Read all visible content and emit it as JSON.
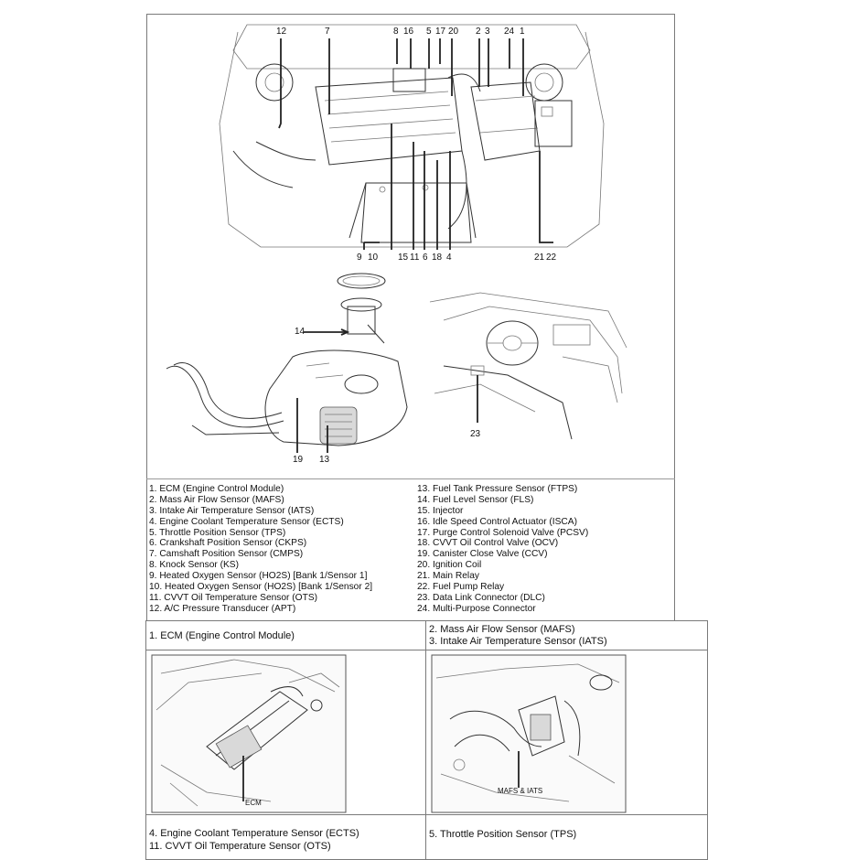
{
  "engine_bay_callouts": {
    "top": [
      "12",
      "7",
      "8",
      "16",
      "5",
      "17",
      "20",
      "2",
      "3",
      "24",
      "1"
    ],
    "bottom": [
      "9",
      "10",
      "15",
      "11",
      "6",
      "18",
      "4",
      "21",
      "22"
    ]
  },
  "fuel_callouts": {
    "fls": "14",
    "ccv": "19",
    "ftps": "13"
  },
  "interior_callouts": {
    "dlc": "23"
  },
  "legend_left": [
    "1. ECM (Engine Control Module)",
    "2. Mass Air Flow Sensor (MAFS)",
    "3. Intake Air Temperature Sensor (IATS)",
    "4. Engine Coolant Temperature Sensor (ECTS)",
    "5. Throttle Position Sensor (TPS)",
    "6. Crankshaft Position Sensor (CKPS)",
    "7. Camshaft Position Sensor (CMPS)",
    "8. Knock Sensor (KS)",
    "9. Heated Oxygen Sensor (HO2S) [Bank 1/Sensor 1]",
    "10. Heated Oxygen Sensor (HO2S) [Bank 1/Sensor 2]",
    "11. CVVT Oil Temperature Sensor (OTS)",
    "12. A/C Pressure Transducer (APT)"
  ],
  "legend_right": [
    "13. Fuel Tank Pressure Sensor (FTPS)",
    "14. Fuel Level Sensor (FLS)",
    "15. Injector",
    "16. Idle Speed Control Actuator (ISCA)",
    "17. Purge Control Solenoid Valve (PCSV)",
    "18. CVVT Oil Control Valve (OCV)",
    "19. Canister Close Valve (CCV)",
    "20. Ignition Coil",
    "21. Main Relay",
    "22. Fuel Pump Relay",
    "23. Data Link Connector (DLC)",
    "24. Multi-Purpose Connector"
  ],
  "table": {
    "row1_left_title": "1. ECM (Engine Control Module)",
    "row1_right_title_1": "2. Mass Air Flow Sensor (MAFS)",
    "row1_right_title_2": "3. Intake Air Temperature Sensor (IATS)",
    "ecm_image_label": "ECM",
    "mafs_image_label": "MAFS & IATS",
    "row2_left_title_1": "4. Engine Coolant Temperature Sensor (ECTS)",
    "row2_left_title_2": "11. CVVT Oil Temperature Sensor (OTS)",
    "row2_right_title": "5. Throttle Position Sensor (TPS)"
  }
}
